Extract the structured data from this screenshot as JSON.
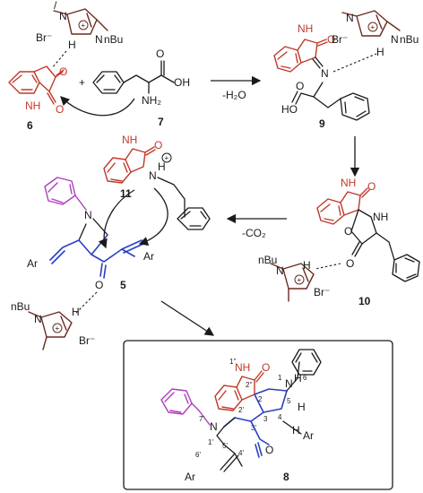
{
  "labels": {
    "cpd6": "6",
    "cpd7": "7",
    "cpd9": "9",
    "cpd10": "10",
    "cpd11": "11",
    "cpd5": "5",
    "cpd8": "8"
  },
  "steps": {
    "condensation": "-H₂O",
    "decarboxylation": "-CO₂"
  },
  "atoms": {
    "NH": "NH",
    "H": "H",
    "N": "N",
    "O": "O",
    "OH": "OH",
    "NH2": "NH₂",
    "HO": "HO",
    "Ar": "Ar",
    "nBu": "nBu",
    "Br": "Br⁻",
    "plus": "+"
  },
  "locants": {
    "p1p": "1'",
    "p2pp": "2''",
    "p1pp": "1''",
    "l1": "1",
    "l2": "2",
    "l3": "3",
    "l4": "4",
    "l5": "5",
    "l6": "6",
    "p2p": "2'",
    "p3p": "3'",
    "p4p": "4'",
    "p5p": "5'",
    "p6p": "6'",
    "p7p": "7'"
  },
  "colors": {
    "isatin": "#c0392b",
    "new_bonds": "#2b3fc4",
    "pyridyl": "#b03bbf",
    "ionic_liquid": "#6b2a1e"
  }
}
